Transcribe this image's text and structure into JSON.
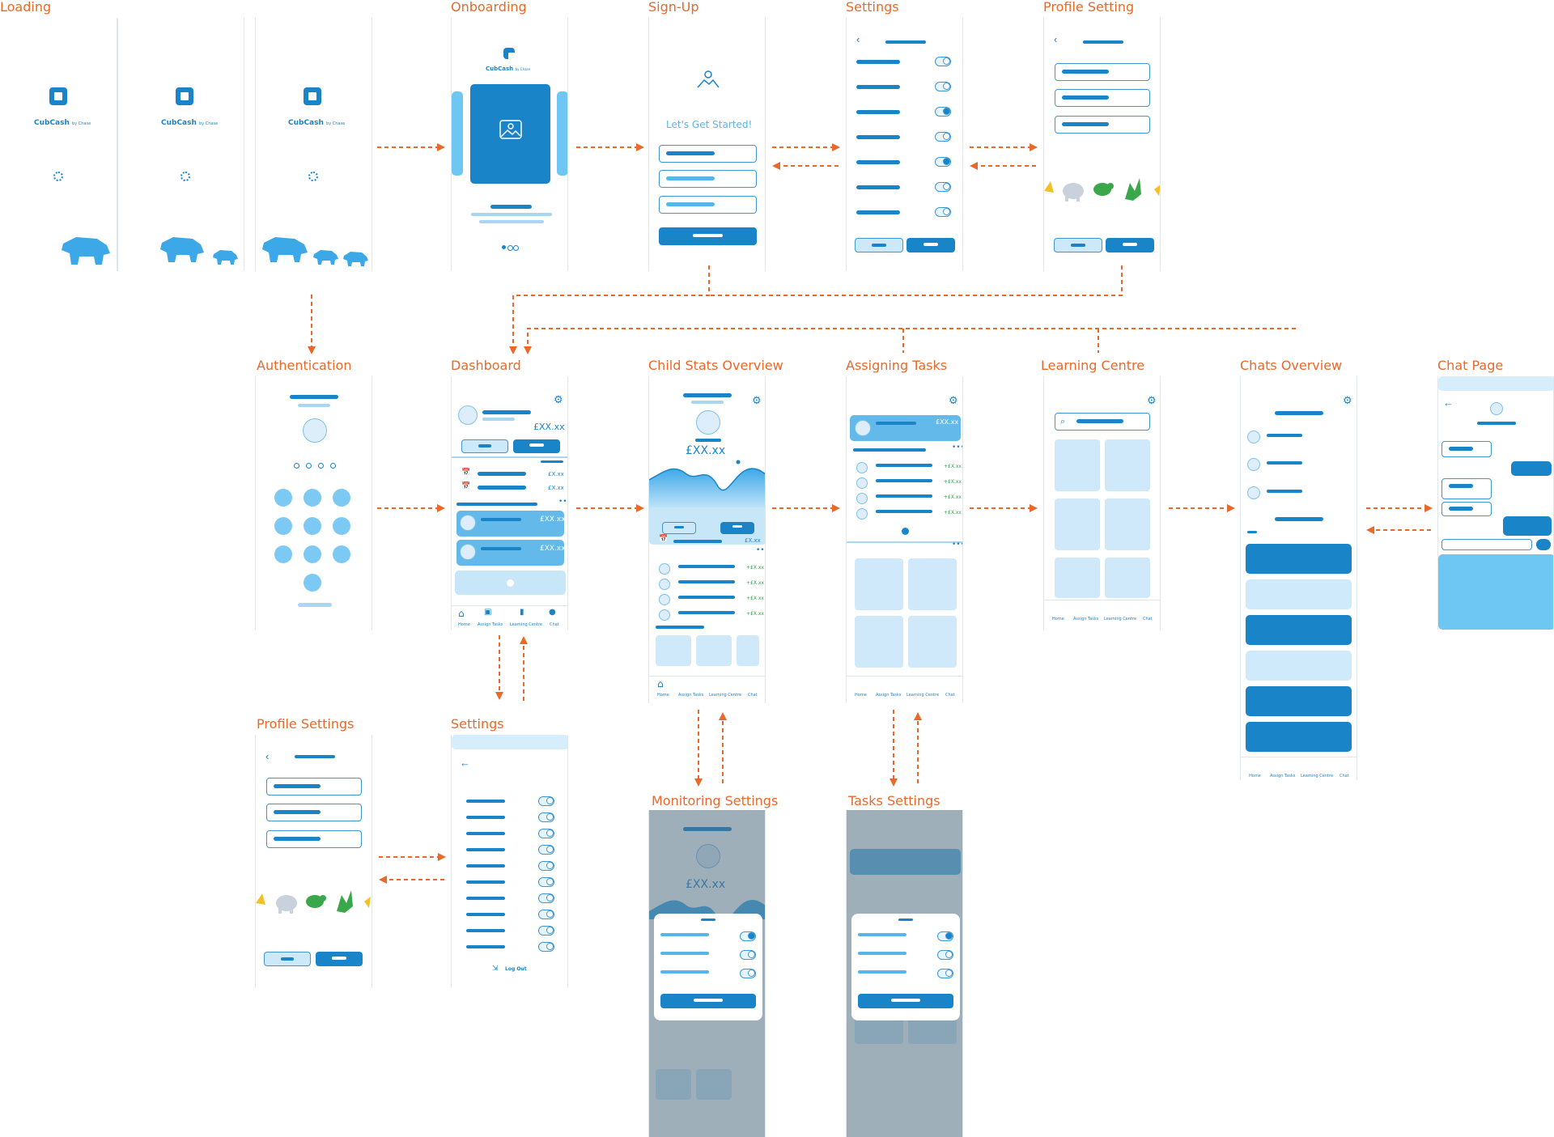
{
  "diagram": {
    "screen_labels": {
      "loading": "Loading",
      "onboarding": "Onboarding",
      "signup": "Sign-Up",
      "settings_top": "Settings",
      "profile_setting": "Profile Setting",
      "authentication": "Authentication",
      "dashboard": "Dashboard",
      "child_stats": "Child Stats Overview",
      "assigning_tasks": "Assigning Tasks",
      "learning_centre": "Learning Centre",
      "chats_overview": "Chats Overview",
      "chat_page": "Chat Page",
      "profile_settings": "Profile Settings",
      "settings_bottom": "Settings",
      "monitoring_settings": "Monitoring Settings",
      "tasks_settings": "Tasks Settings"
    },
    "brand": {
      "name": "CubCash",
      "byline": "by Chase"
    },
    "signup": {
      "headline": "Let's Get Started!"
    },
    "amounts": {
      "balance": "£XX.xx",
      "balance_small": "£XX.xx",
      "row_amount": "£X.xx",
      "reward": "+£X.xx"
    },
    "settings_bottom": {
      "logout": "Log Out"
    },
    "nav": {
      "home": "Home",
      "assign": "Assign Tasks",
      "learning": "Learning Centre",
      "chat": "Chat"
    },
    "colors": {
      "accent": "#1a84c9",
      "arrow": "#e8692a",
      "label": "#e8692a",
      "light": "#cfeafa"
    }
  }
}
